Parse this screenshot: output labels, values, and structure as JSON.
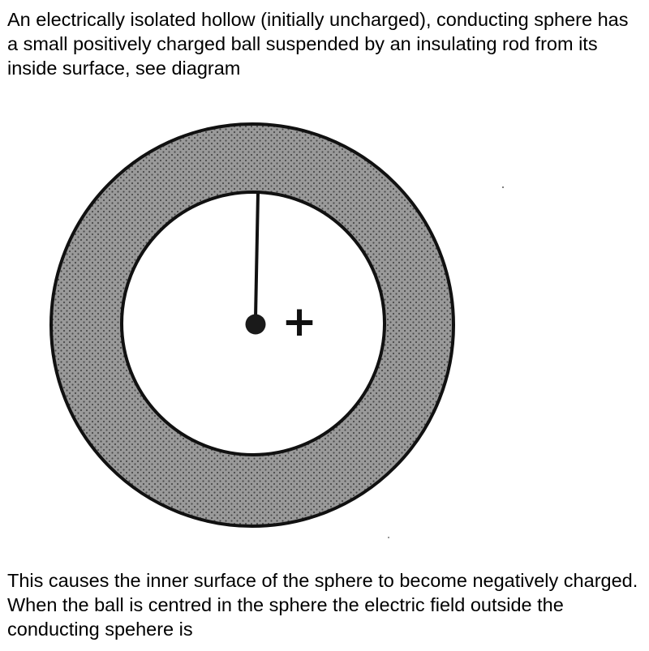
{
  "question": {
    "intro_text": "An electrically isolated hollow (initially uncharged), conducting sphere has a small positively charged ball suspended by an insulating rod from its inside surface, see diagram",
    "follow_text": "This causes the inner surface of the sphere to become negatively charged. When the ball is centred in the sphere the electric field outside the conducting spehere is"
  },
  "diagram": {
    "description": "Cross-section of hollow conducting sphere (stippled shell) with positively charged ball on insulating rod at center",
    "charge_label": "+",
    "colors": {
      "shell_fill": "#9a9a9a",
      "shell_dots": "#4a4a4a",
      "outline": "#111111",
      "interior": "#ffffff"
    }
  }
}
